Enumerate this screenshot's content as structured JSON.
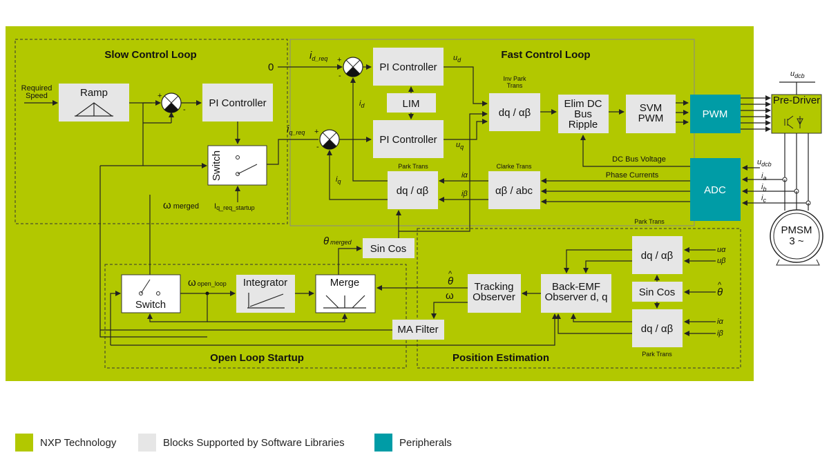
{
  "colors": {
    "nxp": "#b2c800",
    "software": "#e6e6e6",
    "peripheral": "#009ca6"
  },
  "regions": {
    "slow": "Slow Control Loop",
    "fast": "Fast Control Loop",
    "open_loop": "Open Loop Startup",
    "position": "Position Estimation"
  },
  "blocks": {
    "ramp": "Ramp",
    "pi_speed": "PI Controller",
    "switch_slow": "Switch",
    "pi_d": "PI Controller",
    "pi_q": "PI Controller",
    "lim": "LIM",
    "inv_park": "dq / αβ",
    "elim_dc": [
      "Elim DC",
      "Bus",
      "Ripple"
    ],
    "svm": [
      "SVM",
      "PWM"
    ],
    "pwm": "PWM",
    "pre_driver": "Pre-Driver",
    "park": "dq / αβ",
    "clarke": "αβ / abc",
    "adc": "ADC",
    "sincos_top": "Sin Cos",
    "switch_ol": "Switch",
    "integrator": "Integrator",
    "merge": "Merge",
    "tracking": [
      "Tracking",
      "Observer"
    ],
    "ma_filter": "MA Filter",
    "bemf": [
      "Back-EMF",
      "Observer d, q"
    ],
    "pe_dq1": "dq / αβ",
    "pe_sincos": "Sin Cos",
    "pe_dq2": "dq / αβ",
    "pmsm": [
      "PMSM",
      "3 ~"
    ]
  },
  "labels": {
    "required_speed": [
      "Required",
      "Speed"
    ],
    "omega_merged": "ω",
    "omega_merged_sub": "merged",
    "iq_req_startup": "I",
    "iq_req_startup_sub": "q_req_startup",
    "zero": "0",
    "id_req": "i",
    "id_req_sub": "d_req",
    "iq_req": "i",
    "iq_req_sub": "q_req",
    "id": "i",
    "id_sub": "d",
    "iq": "i",
    "iq_sub": "q",
    "ud": "u",
    "ud_sub": "d",
    "uq": "u",
    "uq_sub": "q",
    "inv_park_trans": [
      "Inv Park",
      "Trans"
    ],
    "park_trans": "Park Trans",
    "clarke_trans": "Clarke Trans",
    "i_alpha": "iα",
    "i_beta": "iβ",
    "dc_bus_voltage": "DC Bus Voltage",
    "phase_currents": "Phase Currents",
    "udcb_top": "u",
    "udcb_top_sub": "dcb",
    "udcb": "u",
    "udcb_sub": "dcb",
    "ia": "i",
    "ia_sub": "a",
    "ib": "i",
    "ib_sub": "b",
    "ic": "i",
    "ic_sub": "c",
    "theta_merged": "θ",
    "theta_merged_sub": "merged",
    "omega_open_loop": "ω",
    "omega_open_loop_sub": "open_loop",
    "theta_hat": "θ",
    "omega": "ω",
    "park_trans_pe_top": "Park Trans",
    "park_trans_pe_bottom": "Park Trans",
    "u_alpha": "uα",
    "u_beta": "uβ",
    "theta_hat_right": "θ",
    "i_alpha_pe": "iα",
    "i_beta_pe": "iβ"
  },
  "legend": {
    "nxp": "NXP Technology",
    "software": "Blocks Supported by Software Libraries",
    "peripheral": "Peripherals"
  }
}
